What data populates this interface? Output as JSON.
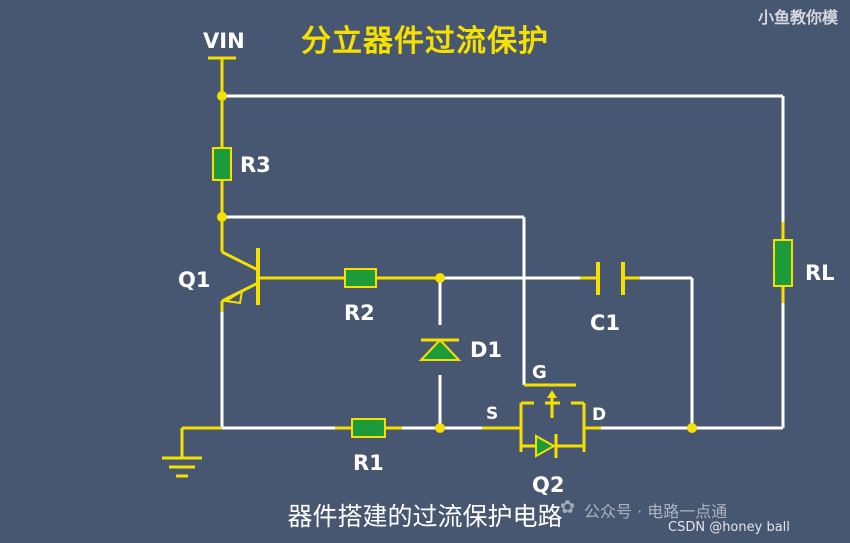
{
  "title": "分立器件过流保护",
  "channel": "小鱼教你模",
  "subtitle": "器件搭建的过流保护电路",
  "watermark": {
    "icon": "wechat-icon",
    "account": "公众号 · 电路一点通",
    "site": "CSDN @honey ball"
  },
  "labels": {
    "vin": "VIN",
    "r3": "R3",
    "q1": "Q1",
    "r2": "R2",
    "d1": "D1",
    "c1": "C1",
    "rl": "RL",
    "r1": "R1",
    "q2": "Q2",
    "gate": "G",
    "source": "S",
    "drain": "D"
  },
  "colors": {
    "background": "#475671",
    "wire": "#ffffff",
    "component": "#f5e000",
    "resistor_fill": "#1d9a3a",
    "diode_fill": "#1d9a3a",
    "label": "#ffffff",
    "title": "#f5e000"
  }
}
